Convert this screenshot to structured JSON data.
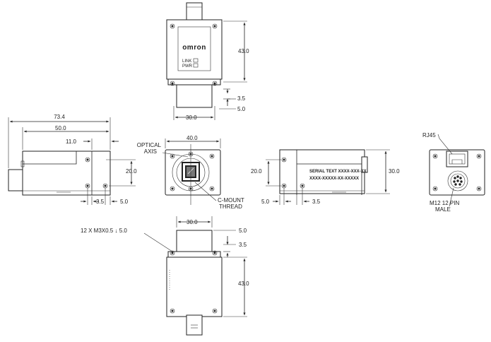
{
  "brand_logo": "omron",
  "top_view": {
    "led_link": "LINK",
    "led_pwr": "PWR",
    "dim_height": "43.0",
    "dim_offset": "3.5",
    "dim_edge": "5.0",
    "dim_width": "30.0"
  },
  "left_view": {
    "dim_total": "73.4",
    "dim_body": "50.0",
    "dim_step": "11.0",
    "dim_height": "20.0",
    "dim_a": "3.5",
    "dim_b": "5.0"
  },
  "front_view": {
    "dim_width": "40.0",
    "optical_axis_label": "OPTICAL\nAXIS",
    "cmount_label": "C-MOUNT\nTHREAD"
  },
  "right_view": {
    "serial_line1": "SERIAL TEXT XXXX-XXX-XX",
    "serial_line2": "XXXX-XXXXX-XX-XXXXX",
    "dim_height": "20.0",
    "dim_side": "30.0",
    "dim_a": "5.0",
    "dim_b": "3.5"
  },
  "back_view": {
    "rj45_label": "RJ45",
    "m12_label": "M12 12 PIN\nMALE"
  },
  "bottom_view": {
    "thread_note": "12 X M3X0.5 ↓ 5.0",
    "dim_width": "30.0",
    "dim_edge": "5.0",
    "dim_offset": "3.5",
    "dim_height": "43.0"
  }
}
